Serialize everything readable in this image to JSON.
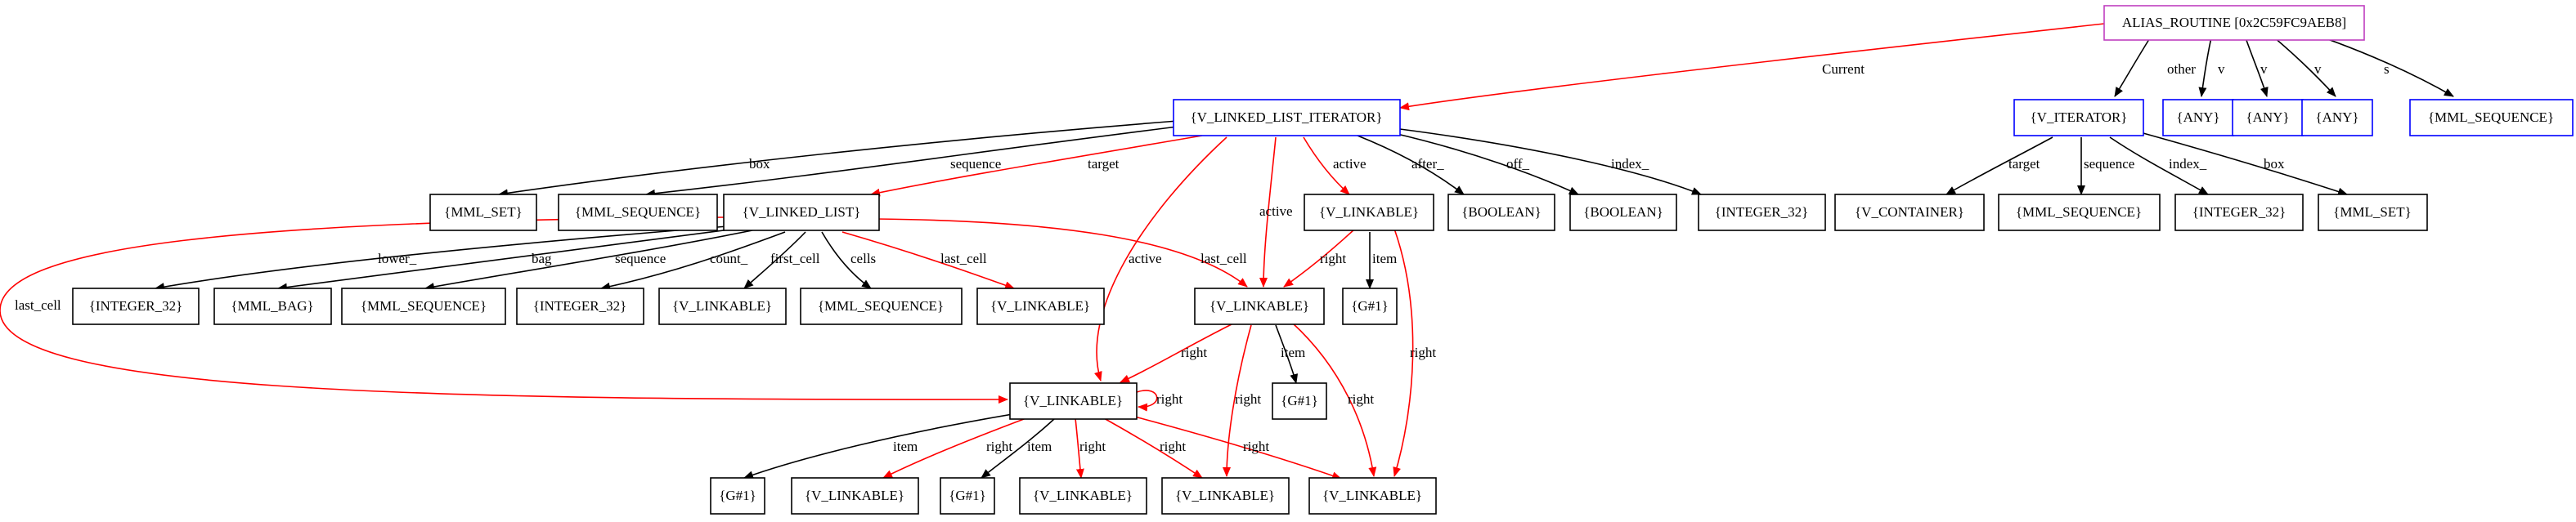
{
  "nodes": {
    "alias": {
      "label": "ALIAS_ROUTINE [0x2C59FC9AEB8]",
      "border": "#bf3fbf"
    },
    "lli": {
      "label": "{V_LINKED_LIST_ITERATOR}",
      "border": "#0000ff"
    },
    "vit": {
      "label": "{V_ITERATOR}",
      "border": "#0000ff"
    },
    "any1": {
      "label": "{ANY}",
      "border": "#0000ff"
    },
    "any2": {
      "label": "{ANY}",
      "border": "#0000ff"
    },
    "any3": {
      "label": "{ANY}",
      "border": "#0000ff"
    },
    "mmlseq_top": {
      "label": "{MML_SEQUENCE}",
      "border": "#0000ff"
    },
    "mmlset1": {
      "label": "{MML_SET}",
      "border": "#000000"
    },
    "mmlseq1": {
      "label": "{MML_SEQUENCE}",
      "border": "#000000"
    },
    "ll": {
      "label": "{V_LINKED_LIST}",
      "border": "#000000"
    },
    "vl_r2": {
      "label": "{V_LINKABLE}",
      "border": "#000000"
    },
    "bool1": {
      "label": "{BOOLEAN}",
      "border": "#000000"
    },
    "bool2": {
      "label": "{BOOLEAN}",
      "border": "#000000"
    },
    "int1": {
      "label": "{INTEGER_32}",
      "border": "#000000"
    },
    "vcont": {
      "label": "{V_CONTAINER}",
      "border": "#000000"
    },
    "mmlseq2": {
      "label": "{MML_SEQUENCE}",
      "border": "#000000"
    },
    "int2": {
      "label": "{INTEGER_32}",
      "border": "#000000"
    },
    "mmlset2": {
      "label": "{MML_SET}",
      "border": "#000000"
    },
    "int3": {
      "label": "{INTEGER_32}",
      "border": "#000000"
    },
    "mmlbag": {
      "label": "{MML_BAG}",
      "border": "#000000"
    },
    "mmlseq3": {
      "label": "{MML_SEQUENCE}",
      "border": "#000000"
    },
    "int4": {
      "label": "{INTEGER_32}",
      "border": "#000000"
    },
    "vl_fc": {
      "label": "{V_LINKABLE}",
      "border": "#000000"
    },
    "mmlseq4": {
      "label": "{MML_SEQUENCE}",
      "border": "#000000"
    },
    "vl_lc": {
      "label": "{V_LINKABLE}",
      "border": "#000000"
    },
    "vl_mid": {
      "label": "{V_LINKABLE}",
      "border": "#000000"
    },
    "g1": {
      "label": "{G#1}",
      "border": "#000000"
    },
    "g2": {
      "label": "{G#1}",
      "border": "#000000"
    },
    "vl_act": {
      "label": "{V_LINKABLE}",
      "border": "#000000"
    },
    "g3": {
      "label": "{G#1}",
      "border": "#000000"
    },
    "vl_b1": {
      "label": "{V_LINKABLE}",
      "border": "#000000"
    },
    "g4": {
      "label": "{G#1}",
      "border": "#000000"
    },
    "vl_b2": {
      "label": "{V_LINKABLE}",
      "border": "#000000"
    },
    "vl_b3": {
      "label": "{V_LINKABLE}",
      "border": "#000000"
    },
    "vl_b4": {
      "label": "{V_LINKABLE}",
      "border": "#000000"
    }
  },
  "edge_labels": {
    "current": "Current",
    "other": "other",
    "v1": "v",
    "v2": "v",
    "v3": "v",
    "s": "s",
    "box1": "box",
    "sequence1": "sequence",
    "target1": "target",
    "active1": "active",
    "after": "after_",
    "off": "off_",
    "index1": "index_",
    "active2": "active",
    "active3": "active",
    "target2": "target",
    "sequence2": "sequence",
    "index2": "index_",
    "box2": "box",
    "lower": "lower_",
    "bag": "bag",
    "sequence3": "sequence",
    "count": "count_",
    "first_cell": "first_cell",
    "cells": "cells",
    "last_cell1": "last_cell",
    "last_cell2": "last_cell",
    "last_cell3": "last_cell",
    "right1": "right",
    "item1": "item",
    "right2": "right",
    "right3": "right",
    "item2": "item",
    "right4": "right",
    "right5": "right",
    "right_self": "right",
    "item3": "item",
    "right6": "right",
    "item4": "item",
    "right7": "right",
    "right8": "right",
    "right9": "right"
  },
  "colors": {
    "red_edge": "#ff0000",
    "black_edge": "#000000"
  }
}
